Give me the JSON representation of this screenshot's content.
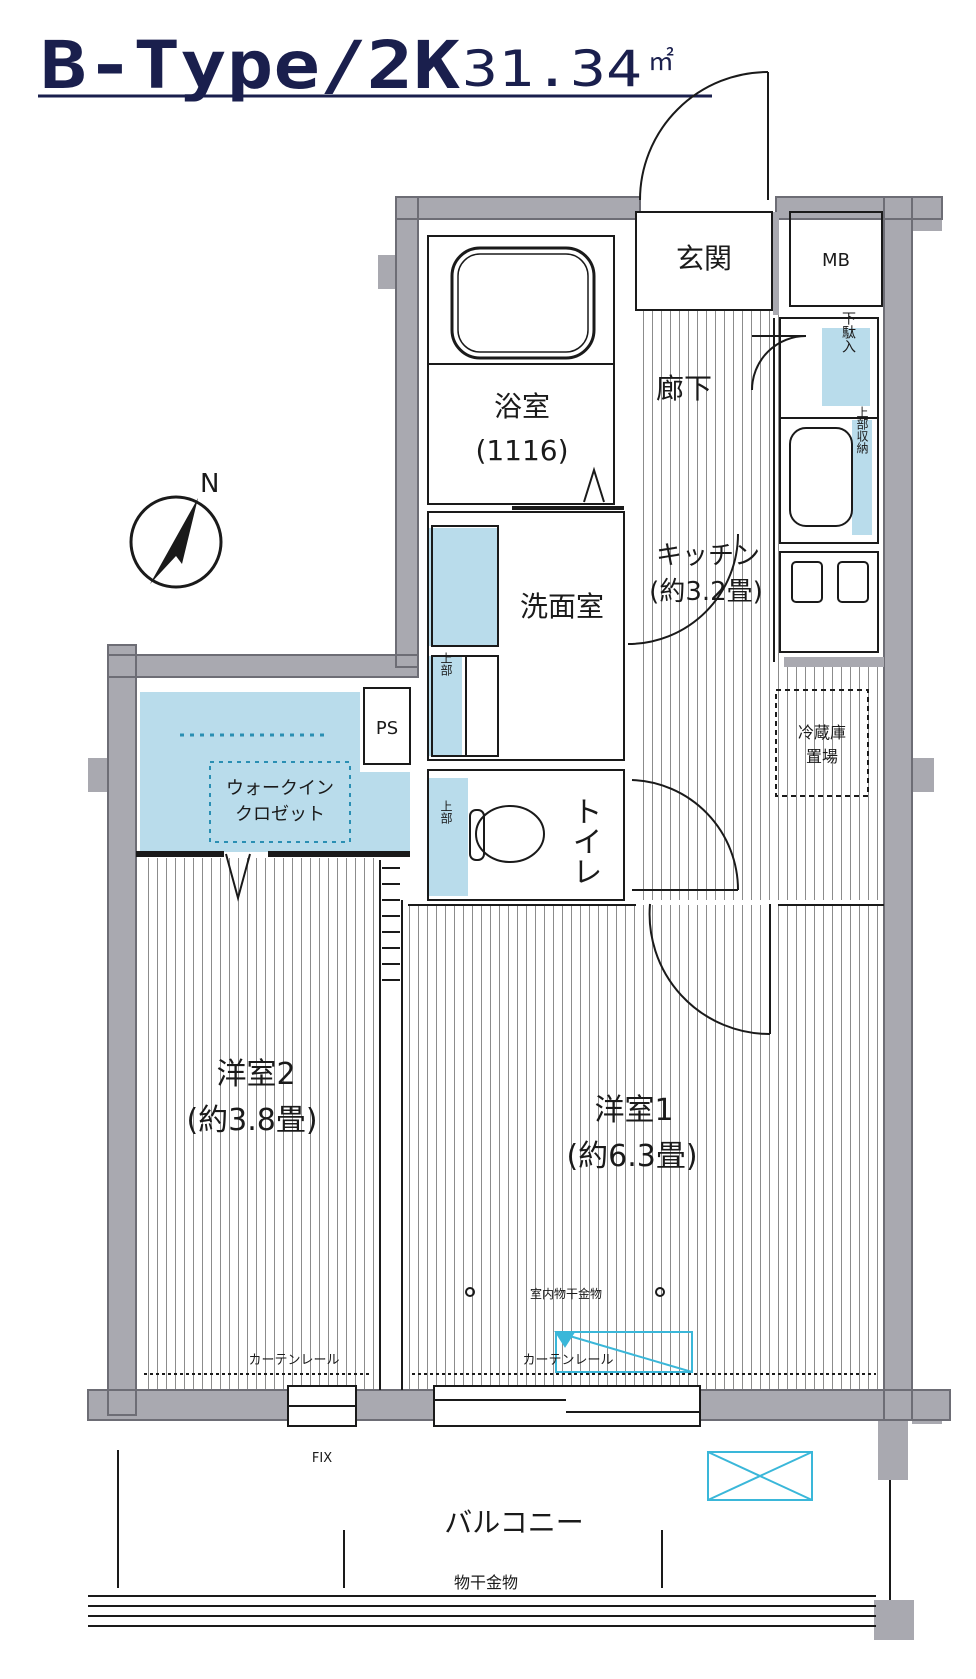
{
  "title": {
    "type_label": "B-Type/2K",
    "area": "31.34",
    "unit": "㎡"
  },
  "compass": {
    "label": "N"
  },
  "rooms": {
    "entrance": "玄関",
    "mb": "MB",
    "bath": "浴室",
    "bath_size": "(1116)",
    "corridor": "廊下",
    "kitchen": "キッチン",
    "kitchen_size": "(約3.2畳)",
    "washroom": "洗面室",
    "ps": "PS",
    "walkin_line1": "ウォークイン",
    "walkin_line2": "クロゼット",
    "toilet": "トイレ",
    "fridge_line1": "冷蔵庫",
    "fridge_line2": "置場",
    "room1": "洋室1",
    "room1_size": "(約6.3畳)",
    "room2": "洋室2",
    "room2_size": "(約3.8畳)",
    "balcony": "バルコニー"
  },
  "annotations": {
    "shoe_box": "下駄入",
    "upper_storage": "上部収納",
    "upper_storage_short": "上部",
    "indoor_drying": "室内物干金物",
    "curtain_rail_room2": "カーテンレール",
    "curtain_rail_room1": "カーテンレール",
    "fix": "FIX",
    "drying_hardware": "物干金物"
  },
  "colors": {
    "wall": "#a9a9b0",
    "wall_dark": "#7d7d86",
    "storage": "#b9dceb",
    "storage_line": "#2a8fb3",
    "line": "#1a1a1a",
    "title_underline": "#1a1f4d",
    "aircon": "#3ab7d9"
  }
}
